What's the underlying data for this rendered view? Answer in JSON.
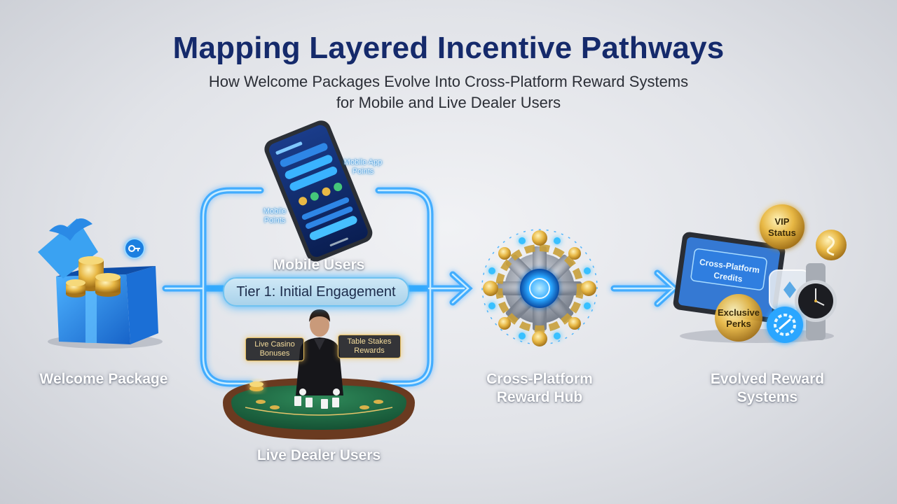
{
  "title": "Mapping Layered Incentive Pathways",
  "subtitle_lines": [
    "How Welcome Packages Evolve Into Cross-Platform Reward Systems",
    "for Mobile and Live Dealer Users"
  ],
  "nodes": {
    "welcome": "Welcome Package",
    "mobile": "Mobile Users",
    "live_dealer": "Live Dealer Users",
    "hub_line1": "Cross-Platform",
    "hub_line2": "Reward Hub",
    "evolved_line1": "Evolved Reward",
    "evolved_line2": "Systems"
  },
  "tier_label": "Tier 1: Initial Engagement",
  "mobile_tags": {
    "app_points_line1": "Mobile App",
    "app_points_line2": "Points",
    "mobile_points_line1": "Mobile",
    "mobile_points_line2": "Points"
  },
  "dealer_tags": {
    "casino_line1": "Live Casino",
    "casino_line2": "Bonuses",
    "stakes_line1": "Table Stakes",
    "stakes_line2": "Rewards"
  },
  "reward_items": {
    "vip_line1": "VIP",
    "vip_line2": "Status",
    "credits_line1": "Cross-Platform",
    "credits_line2": "Credits",
    "perks_line1": "Exclusive",
    "perks_line2": "Perks"
  },
  "colors": {
    "title": "#152a6b",
    "glow": "#2aa6ff",
    "glow_core": "#bfe6ff",
    "gold": "#e8b845"
  }
}
